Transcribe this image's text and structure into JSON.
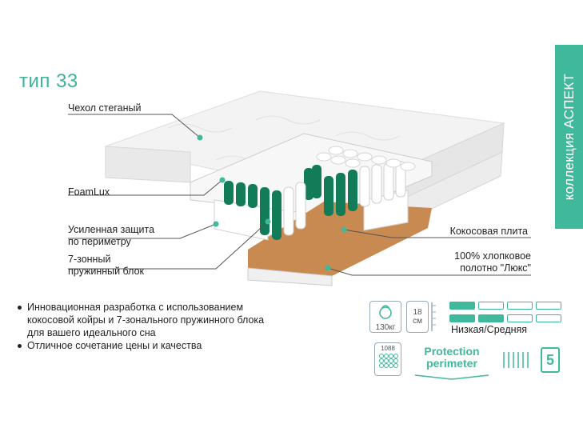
{
  "title": "тип 33",
  "side_tab": "коллекция АСПЕКТ",
  "layers": {
    "cover": "Чехол стеганый",
    "foam": "FoamLux",
    "perimeter_l1": "Усиленная защита",
    "perimeter_l2": "по периметру",
    "springs_l1": "7-зонный",
    "springs_l2": "пружинный блок",
    "coconut": "Кокосовая плита",
    "cotton_l1": "100% хлопковое",
    "cotton_l2": "полотно \"Люкс\""
  },
  "bullets": {
    "b1_l1": "Инновационная разработка с использованием",
    "b1_l2": "кокосовой койры и 7-зонального пружинного блока",
    "b1_l3": "для вашего идеального сна",
    "b2": "Отличное сочетание цены и качества"
  },
  "specs": {
    "weight": "130кг",
    "height_num": "18",
    "height_unit": "см",
    "firmness": "Низкая/Средняя",
    "springs_count": "1088",
    "protection_l1": "Protection",
    "protection_l2": "perimeter",
    "warranty": "5"
  },
  "colors": {
    "accent": "#3fb89b",
    "spring_green": "#0f7a5a",
    "coconut": "#c98a52"
  }
}
